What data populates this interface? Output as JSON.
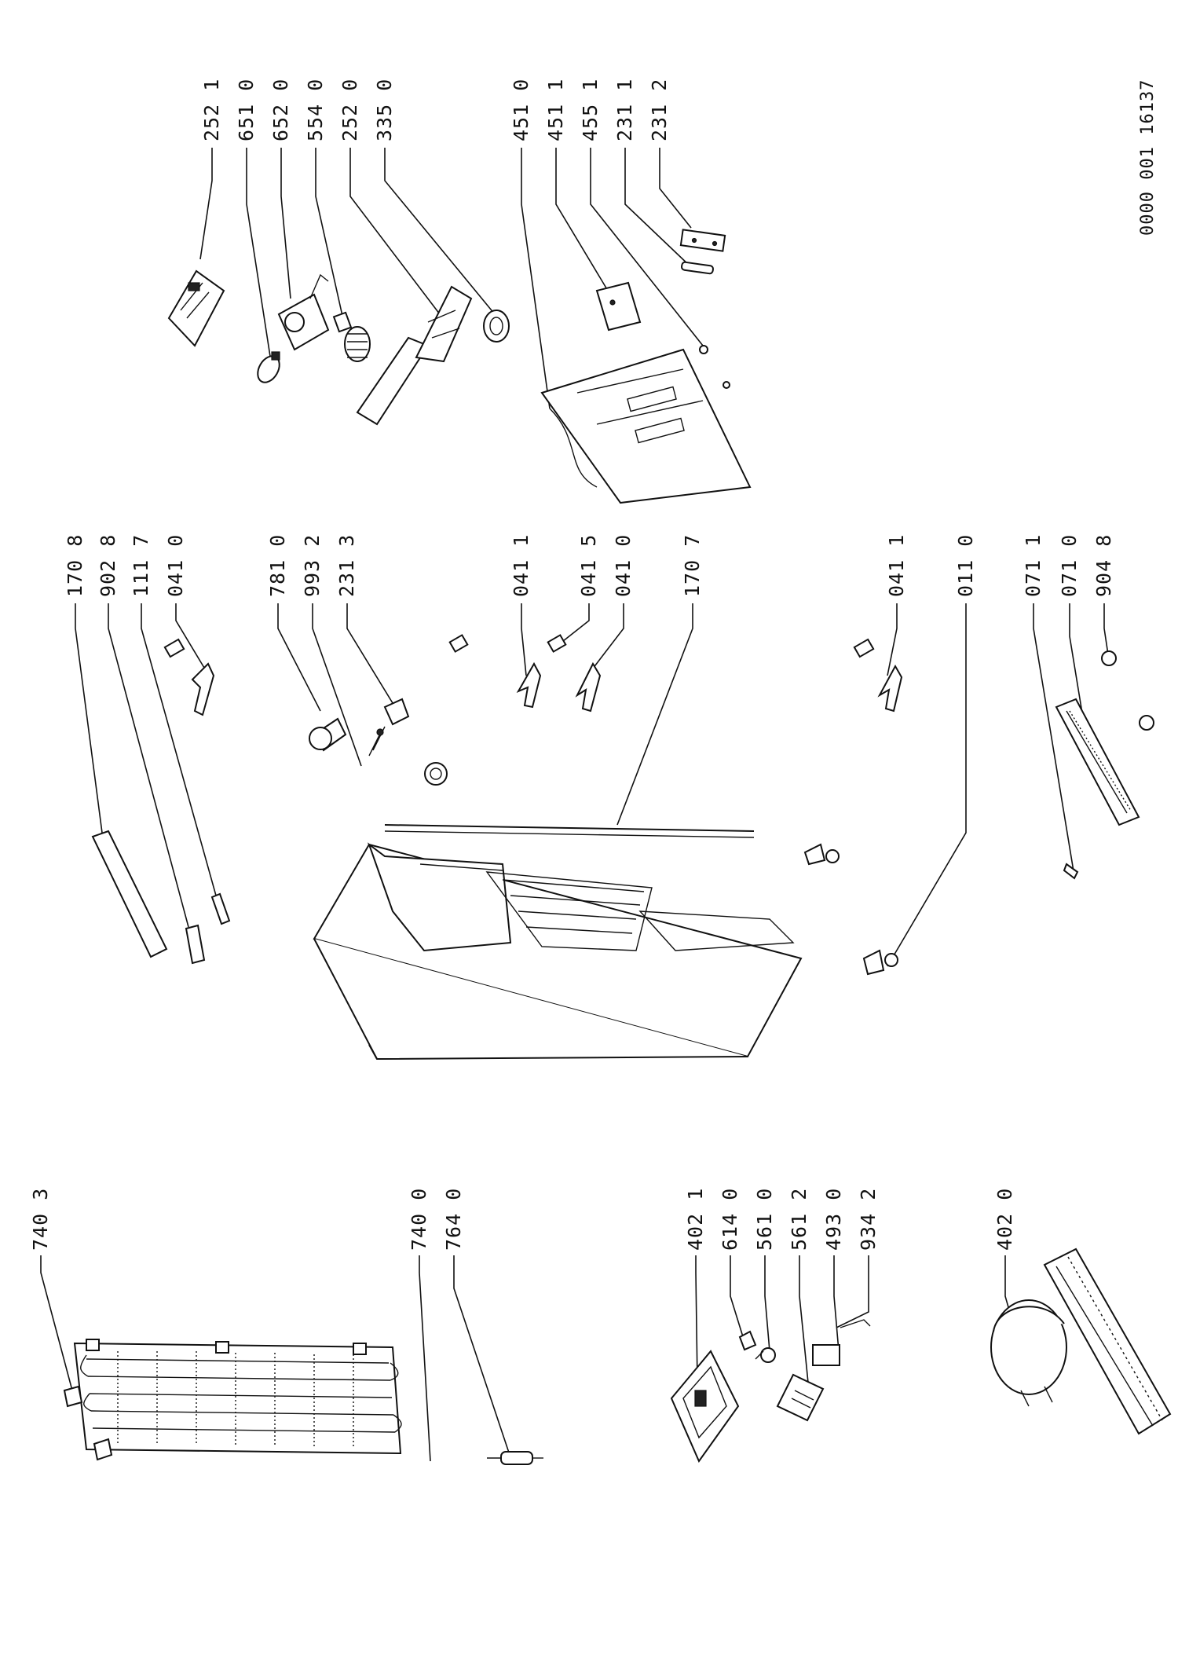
{
  "document": {
    "reference_number": "0000 001  16137"
  },
  "callouts": {
    "top_right": [
      "252 1",
      "651 0",
      "652 0",
      "554 0",
      "252 0",
      "335 0",
      "451 0",
      "451 1",
      "455 1",
      "231 1",
      "231 2"
    ],
    "middle": [
      "170 8",
      "902 8",
      "111 7",
      "041 0",
      "781 0",
      "993 2",
      "231 3",
      "041 1",
      "041 5",
      "041 0",
      "170 7",
      "041 1",
      "011 0",
      "071 1",
      "071 0",
      "904 8"
    ],
    "bottom_left": [
      "740 3",
      "740 0",
      "764 0",
      "402 1",
      "614 0",
      "561 0",
      "561 2",
      "493 0",
      "934 2",
      "402 0"
    ]
  }
}
